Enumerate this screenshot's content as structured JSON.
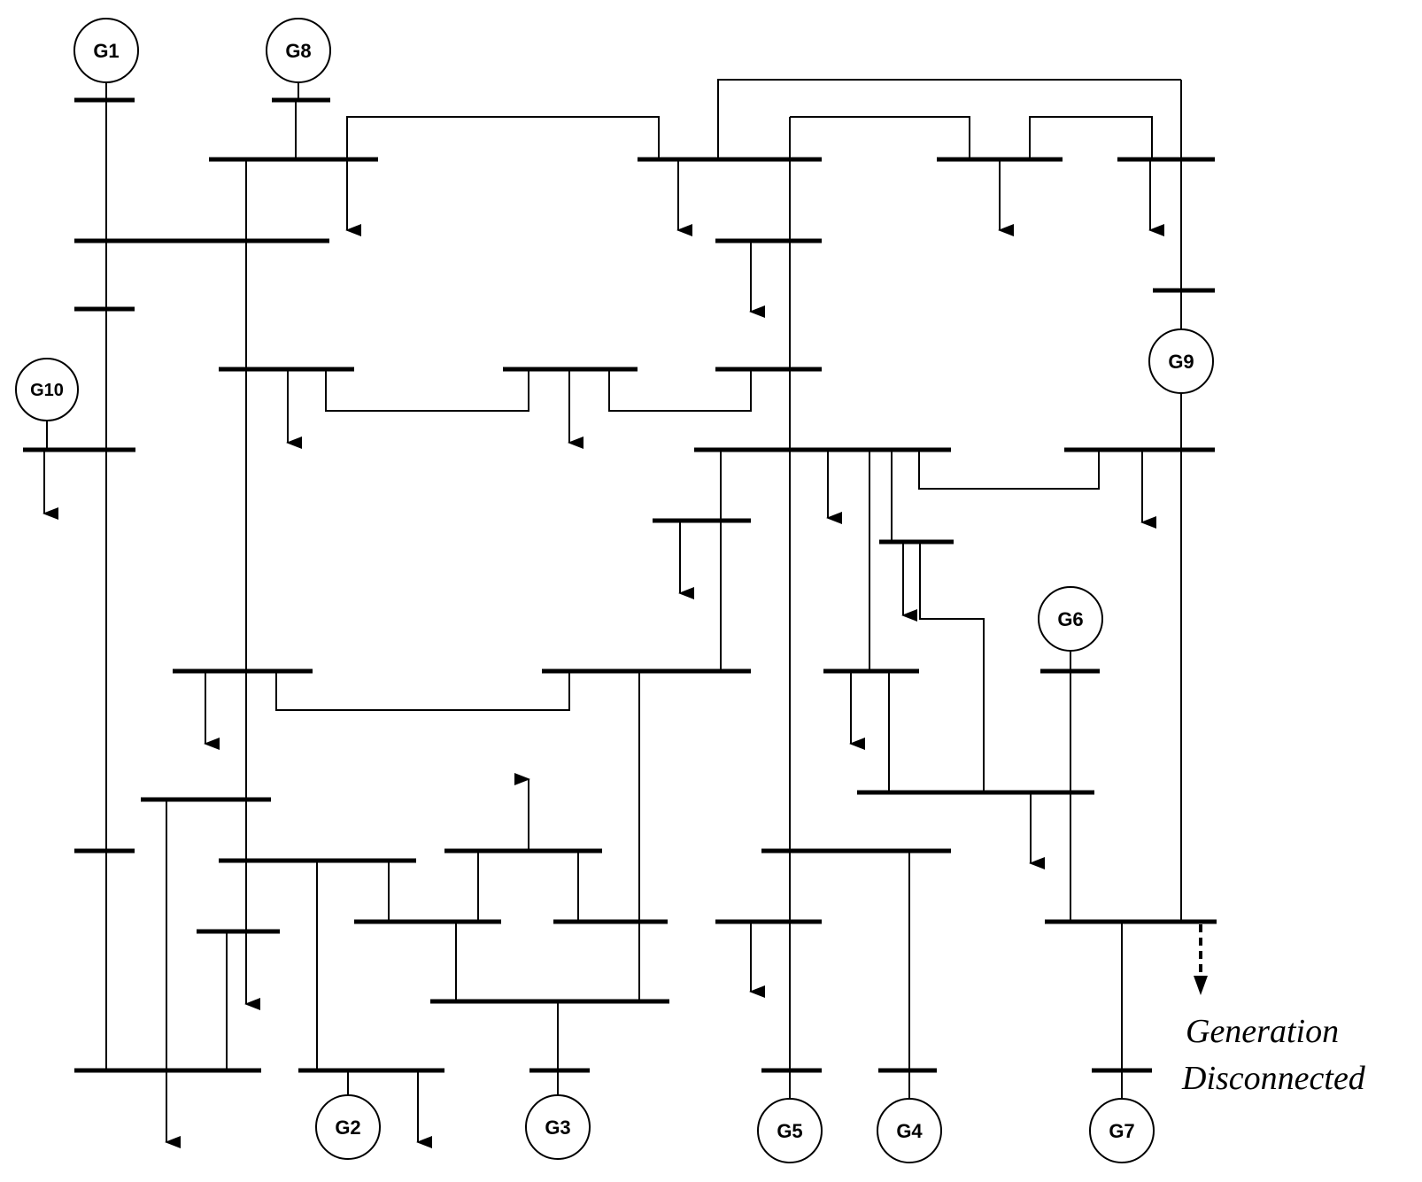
{
  "generators": [
    {
      "id": "g1",
      "label": "G1"
    },
    {
      "id": "g2",
      "label": "G2"
    },
    {
      "id": "g3",
      "label": "G3"
    },
    {
      "id": "g4",
      "label": "G4"
    },
    {
      "id": "g5",
      "label": "G5"
    },
    {
      "id": "g6",
      "label": "G6"
    },
    {
      "id": "g7",
      "label": "G7"
    },
    {
      "id": "g8",
      "label": "G8"
    },
    {
      "id": "g9",
      "label": "G9"
    },
    {
      "id": "g10",
      "label": "G10"
    }
  ],
  "annotation": {
    "line1": "Generation",
    "line2": "Disconnected"
  }
}
